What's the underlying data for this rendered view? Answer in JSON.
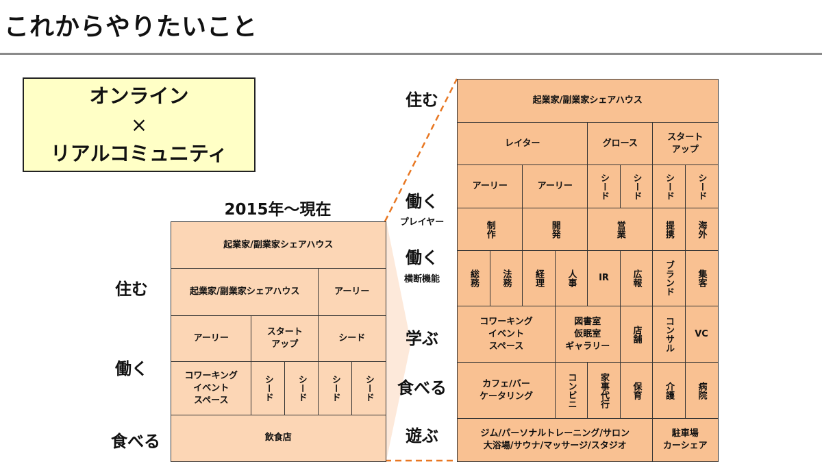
{
  "title": "これからやりたいこと",
  "concept": {
    "line1": "オンライン",
    "line2": "×",
    "line3": "リアルコミュニティ"
  },
  "period_label": "2015年～現在",
  "left_labels": [
    "住む",
    "働く",
    "食べる"
  ],
  "right_labels": {
    "live": "住む",
    "work_player": "働く",
    "work_player_sub": "プレイヤー",
    "work_cross": "働く",
    "work_cross_sub": "横断機能",
    "learn": "学ぶ",
    "eat": "食べる",
    "play": "遊ぶ"
  },
  "left_grid": [
    "起業家/副業家シェアハウス",
    "起業家/副業家シェアハウス",
    "アーリー",
    "アーリー",
    "スタート\nアップ",
    "シード",
    "コワーキング\nイベント\nスペース",
    "シード",
    "シード",
    "シード",
    "シード",
    "飲食店"
  ],
  "right_grid": [
    "起業家/副業家シェアハウス",
    "レイター",
    "グロース",
    "スタート\nアップ",
    "アーリー",
    "アーリー",
    "シード",
    "シード",
    "シード",
    "シード",
    "制作",
    "開発",
    "営業",
    "提携",
    "海外",
    "総務",
    "法務",
    "経理",
    "人事",
    "IR",
    "広報",
    "ブランド",
    "集客",
    "コワーキング\nイベント\nスペース",
    "図書室\n仮眠室\nギャラリー",
    "店舗",
    "コンサル",
    "VC",
    "カフェ/バー\nケータリング",
    "コンビニ",
    "家事代行",
    "保育",
    "介護",
    "病院",
    "ジム/パーソナルトレーニング/サロン\n大浴場/サウナ/マッサージ/スタジオ",
    "駐車場\nカーシェア"
  ],
  "colors": {
    "right_fill": "#f9c192",
    "left_fill": "#fcd6b5",
    "concept_fill": "#ffffc6",
    "dash": "#e87722"
  }
}
